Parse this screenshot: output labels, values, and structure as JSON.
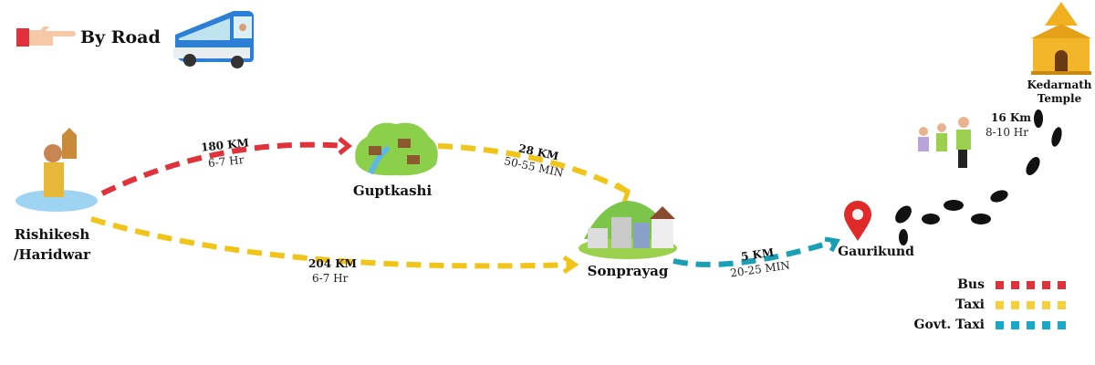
{
  "header": {
    "title": "By Road",
    "pointer_icon": "pointing-hand-icon",
    "vehicle_icon": "bus-icon"
  },
  "places": {
    "origin": {
      "line1": "Rishikesh",
      "line2": "/Haridwar"
    },
    "guptkashi": "Guptkashi",
    "sonprayag": "Sonprayag",
    "gaurikund": "Gaurikund",
    "kedarnath": {
      "line1": "Kedarnath",
      "line2": "Temple"
    }
  },
  "routes": [
    {
      "from": "Rishikesh/Haridwar",
      "to": "Guptkashi",
      "distance": "180 KM",
      "time": "6-7 Hr",
      "mode": "Bus"
    },
    {
      "from": "Guptkashi",
      "to": "Sonprayag",
      "distance": "28 KM",
      "time": "50-55 MIN",
      "mode": "Taxi"
    },
    {
      "from": "Rishikesh/Haridwar",
      "to": "Sonprayag",
      "distance": "204 KM",
      "time": "6-7 Hr",
      "mode": "Taxi"
    },
    {
      "from": "Sonprayag",
      "to": "Gaurikund",
      "distance": "5 KM",
      "time": "20-25 MIN",
      "mode": "Govt. Taxi"
    },
    {
      "from": "Gaurikund",
      "to": "Kedarnath Temple",
      "distance": "16 Km",
      "time": "8-10 Hr",
      "mode": "Trek"
    }
  ],
  "legend": [
    {
      "label": "Bus",
      "color": "#e0323a"
    },
    {
      "label": "Taxi",
      "color": "#f5cf3c"
    },
    {
      "label": "Govt. Taxi",
      "color": "#17a9c8"
    }
  ],
  "colors": {
    "bus": "#e0323a",
    "taxi": "#f0c419",
    "govt_taxi": "#1a9fb5",
    "pin": "#e02a2a"
  }
}
